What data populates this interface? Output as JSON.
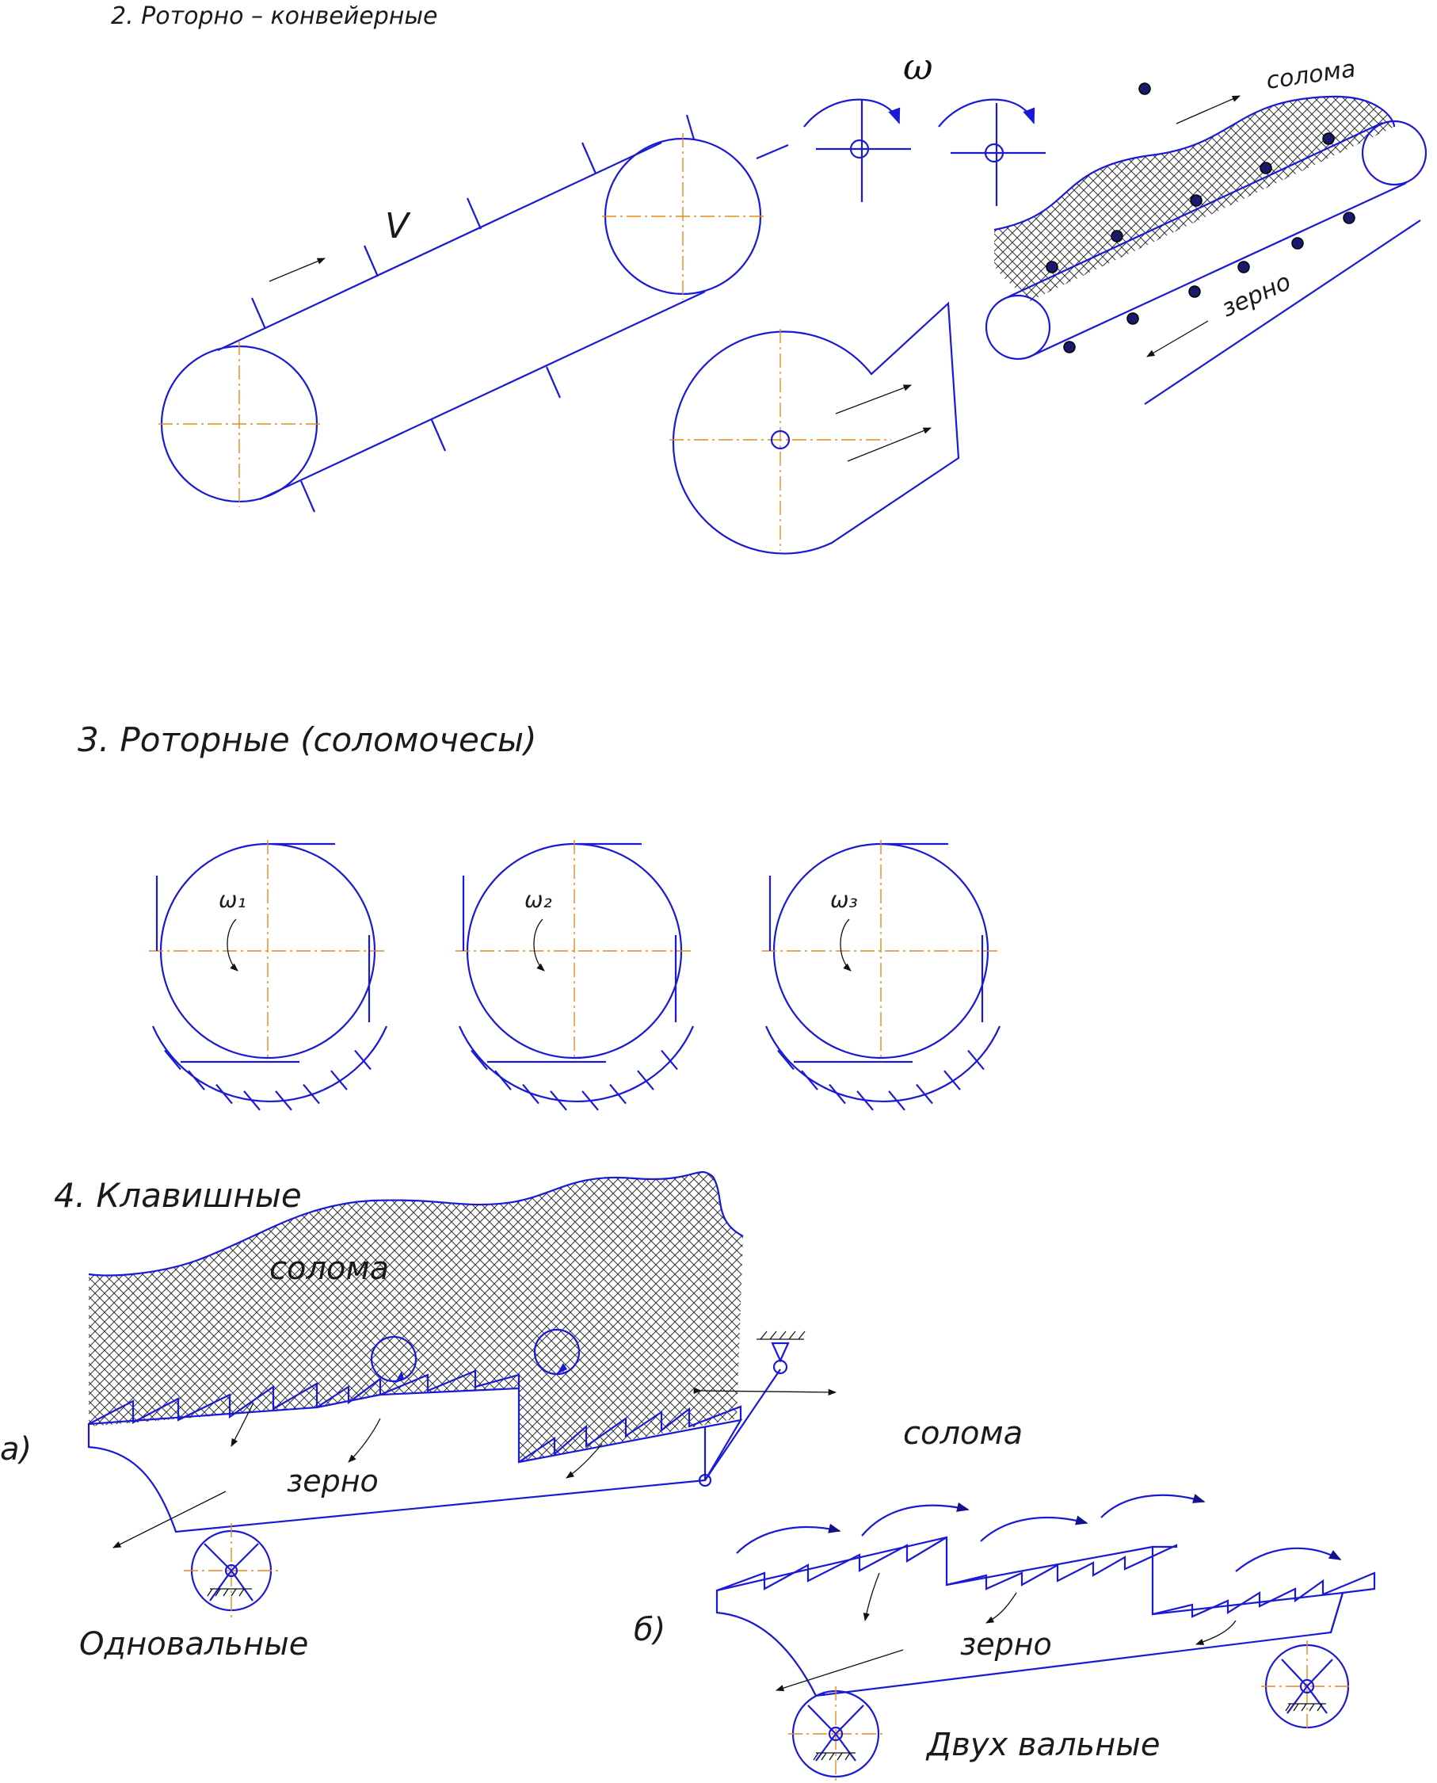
{
  "sections": {
    "s2": {
      "title": "2. Роторно – конвейерные",
      "omega": "ω",
      "velocity": "V",
      "straw": "солома",
      "grain": "зерно"
    },
    "s3": {
      "title": "3. Роторные (соломочесы)",
      "omega1": "ω₁",
      "omega2": "ω₂",
      "omega3": "ω₃"
    },
    "s4": {
      "title": "4. Клавишные",
      "straw_a": "солома",
      "grain_a": "зерно",
      "tag_a": "а)",
      "caption_a": "Одновальные",
      "straw_b": "солома",
      "grain_b": "зерно",
      "tag_b": "б)",
      "caption_b": "Двух вальные"
    }
  },
  "colors": {
    "line": "#1a1ad6",
    "axis": "#e08a1e",
    "ink": "#111111"
  }
}
